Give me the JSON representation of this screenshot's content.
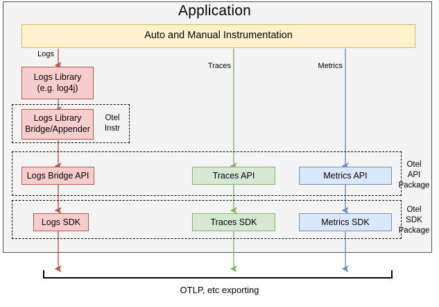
{
  "diagram": {
    "title": "Application",
    "bottom_caption": "OTLP, etc exporting"
  },
  "instrumentation": {
    "label": "Auto and Manual Instrumentation"
  },
  "signal_edge_labels": {
    "logs": "Logs",
    "traces": "Traces",
    "metrics": "Metrics"
  },
  "logs_pipeline": {
    "library": "Logs Library",
    "library_detail": "(e.g. log4j)",
    "bridge_line1": "Logs Library",
    "bridge_line2": "Bridge/Appender"
  },
  "groups": {
    "otel_instr": {
      "line1": "Otel",
      "line2": "Instr"
    },
    "otel_api_package": {
      "line1": "Otel",
      "line2": "API",
      "line3": "Package"
    },
    "otel_sdk_package": {
      "line1": "Otel",
      "line2": "SDK",
      "line3": "Package"
    }
  },
  "api_row": {
    "logs": "Logs Bridge API",
    "traces": "Traces API",
    "metrics": "Metrics API"
  },
  "sdk_row": {
    "logs": "Logs SDK",
    "traces": "Traces SDK",
    "metrics": "Metrics SDK"
  },
  "colors": {
    "logs_fill": "#f8cecc",
    "logs_stroke": "#b85450",
    "traces_fill": "#d5e8d4",
    "traces_stroke": "#82b366",
    "metrics_fill": "#dae8fc",
    "metrics_stroke": "#6c8ebf",
    "instrumentation_fill": "#fff2cc",
    "instrumentation_stroke": "#d6b656",
    "app_background": "#f4f4f4",
    "app_border": "#555555",
    "bracket": "#000000"
  }
}
